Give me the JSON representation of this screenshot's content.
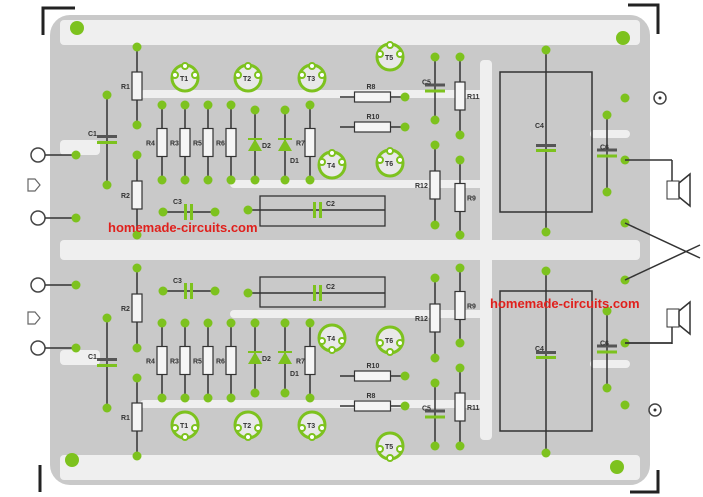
{
  "colors": {
    "pad": "#7dc21e",
    "copper": "#c9c9c9",
    "track": "#efefef",
    "outline": "#333333",
    "watermark": "#e0201c"
  },
  "watermark": {
    "top": "homemade-circuits.com",
    "bottom": "homemade-circuits.com"
  },
  "labels": {
    "R1": "R1",
    "R2": "R2",
    "R3": "R3",
    "R4": "R4",
    "R5": "R5",
    "R6": "R6",
    "R7": "R7",
    "R8": "R8",
    "R9": "R9",
    "R10": "R10",
    "R11": "R11",
    "R12": "R12",
    "C1": "C1",
    "C2": "C2",
    "C3": "C3",
    "C4": "C4",
    "C5": "C5",
    "C6": "C6",
    "D1": "D1",
    "D2": "D2",
    "T1": "T1",
    "T2": "T2",
    "T3": "T3",
    "T4": "T4",
    "T5": "T5",
    "T6": "T6"
  },
  "icons": {
    "input-terminal": "circle-terminal",
    "input-arrow": "arrow-right",
    "speaker": "speaker-icon",
    "output-terminal": "circle-dot-terminal",
    "mounting-hole": "green-dot"
  }
}
